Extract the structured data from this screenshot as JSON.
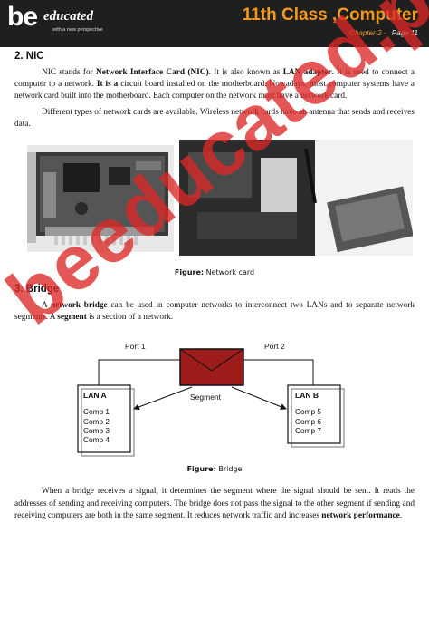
{
  "header": {
    "logo_be": "be",
    "logo_educated": "educated",
    "logo_tagline": "with a new perspective",
    "title": "11th Class ,Computer",
    "chapter": "Chapter-2",
    "separator": "-",
    "page": "Page 11"
  },
  "nic": {
    "heading": "2. NIC",
    "p1": [
      {
        "t": "NIC stands for ",
        "b": false
      },
      {
        "t": "Network Interface Card (NIC)",
        "b": true
      },
      {
        "t": ". It is also known as ",
        "b": false
      },
      {
        "t": "LAN adapter",
        "b": true
      },
      {
        "t": ". It is used to connect a computer to a network. ",
        "b": false
      },
      {
        "t": "It is a",
        "b": true
      },
      {
        "t": " circuit board installed on the motherboard. Nowadays, most computer systems have a network card built into the motherboard. Each computer on the network must have a network card.",
        "b": false
      }
    ],
    "p2": "Different types of network cards are available. Wireless network cards have an antenna that sends and receives data.",
    "caption_label": "Figure:",
    "caption_text": " Network card"
  },
  "bridge": {
    "heading": "3. Bridge",
    "p1": [
      {
        "t": "A ",
        "b": false
      },
      {
        "t": "network bridge",
        "b": true
      },
      {
        "t": " can be used in computer networks to interconnect two LANs and to separate network segments. A ",
        "b": false
      },
      {
        "t": "segment",
        "b": true
      },
      {
        "t": " is a section of a network.",
        "b": false
      }
    ],
    "diagram": {
      "port1": "Port 1",
      "port2": "Port 2",
      "segment": "Segment",
      "lan_a": {
        "title": "LAN A",
        "comps": [
          "Comp 1",
          "Comp 2",
          "Comp 3",
          "Comp 4"
        ]
      },
      "lan_b": {
        "title": "LAN B",
        "comps": [
          "Comp 5",
          "Comp 6",
          "Comp 7"
        ]
      }
    },
    "caption_label": "Figure:",
    "caption_text": " Bridge",
    "p2": [
      {
        "t": "When a bridge receives a signal, it determines the segment where the signal should be sent. It reads the addresses of sending and receiving computers. The bridge does not pass the signal to the other segment if sending and receiving computers are both in the same segment. It reduces network traffic and increases ",
        "b": false
      },
      {
        "t": "network performance",
        "b": true
      },
      {
        "t": ".",
        "b": false
      }
    ]
  },
  "watermark": "beeducated.pk",
  "colors": {
    "accent": "#f39a1e",
    "header_bg": "#1f1f1f",
    "watermark": "#dc2828",
    "bridge_box": "#a31a1a"
  }
}
